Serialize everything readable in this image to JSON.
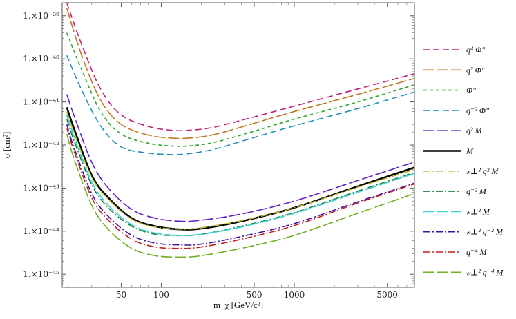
{
  "chart_data": {
    "type": "line",
    "title": "",
    "xlabel": "m_χ [GeV/c²]",
    "ylabel": "σ [cm²]",
    "x_scale": "log",
    "y_scale": "log",
    "xlim": [
      18,
      8000
    ],
    "ylim": [
      5e-46,
      2e-39
    ],
    "x_ticks": [
      {
        "value": 50,
        "label": "50"
      },
      {
        "value": 100,
        "label": "100"
      },
      {
        "value": 500,
        "label": "500"
      },
      {
        "value": 1000,
        "label": "1000"
      },
      {
        "value": 5000,
        "label": "5000"
      }
    ],
    "y_ticks": [
      {
        "value": 1e-39,
        "label": "1.×10⁻³⁹"
      },
      {
        "value": 1e-40,
        "label": "1.×10⁻⁴⁰"
      },
      {
        "value": 1e-41,
        "label": "1.×10⁻⁴¹"
      },
      {
        "value": 1e-42,
        "label": "1.×10⁻⁴²"
      },
      {
        "value": 1e-43,
        "label": "1.×10⁻⁴³"
      },
      {
        "value": 1e-44,
        "label": "1.×10⁻⁴⁴"
      },
      {
        "value": 1e-45,
        "label": "1.×10⁻⁴⁵"
      }
    ],
    "legend_position": "right",
    "series": [
      {
        "name": "q⁴ Φ″",
        "color": "#c0207a",
        "dash": "dashed",
        "width": 1.6,
        "x": [
          19.5,
          25,
          35,
          50,
          80,
          120,
          160,
          250,
          500,
          1000,
          3000,
          8000
        ],
        "y": [
          2e-39,
          2.3e-40,
          2e-41,
          5e-42,
          2.7e-42,
          2.2e-42,
          2.2e-42,
          2.6e-42,
          4.5e-42,
          8e-42,
          2e-41,
          4.5e-41
        ]
      },
      {
        "name": "q² Φ″",
        "color": "#c07820",
        "dash": "longdash",
        "width": 1.6,
        "x": [
          19.5,
          25,
          35,
          50,
          80,
          120,
          160,
          250,
          500,
          1000,
          3000,
          8000
        ],
        "y": [
          1.5e-39,
          1.3e-40,
          1.1e-41,
          3e-42,
          1.7e-42,
          1.45e-42,
          1.45e-42,
          1.75e-42,
          3.2e-42,
          6e-42,
          1.5e-41,
          3.5e-41
        ]
      },
      {
        "name": "Φ″",
        "color": "#28a828",
        "dash": "shortdash",
        "width": 1.6,
        "x": [
          19.5,
          25,
          35,
          50,
          80,
          120,
          160,
          250,
          500,
          1000,
          3000,
          8000
        ],
        "y": [
          4e-40,
          6e-41,
          6e-42,
          1.8e-42,
          1.1e-42,
          9.5e-43,
          9.5e-43,
          1.15e-42,
          2.1e-42,
          4e-42,
          1e-41,
          2.5e-41
        ]
      },
      {
        "name": "q⁻² Φ″",
        "color": "#2090b8",
        "dash": "dashed",
        "width": 1.6,
        "x": [
          19.5,
          25,
          35,
          50,
          80,
          120,
          160,
          250,
          500,
          1000,
          3000,
          8000
        ],
        "y": [
          1.2e-40,
          2e-41,
          2.8e-42,
          9e-43,
          6.5e-43,
          6e-43,
          6.3e-43,
          8e-43,
          1.5e-42,
          2.8e-42,
          7e-42,
          1.7e-41
        ]
      },
      {
        "name": "q² M",
        "color": "#6020c0",
        "dash": "longdash",
        "width": 1.6,
        "x": [
          19.5,
          22,
          30,
          40,
          60,
          90,
          140,
          200,
          400,
          1000,
          3000,
          8000
        ],
        "y": [
          1.5e-41,
          5e-42,
          4e-43,
          1e-43,
          3.2e-44,
          2e-44,
          1.7e-44,
          1.8e-44,
          2.5e-44,
          5e-44,
          1.5e-43,
          4e-43
        ]
      },
      {
        "name": "M",
        "color": "#000000",
        "dash": "solid",
        "width": 2.6,
        "x": [
          19.5,
          22,
          30,
          40,
          60,
          90,
          140,
          200,
          400,
          1000,
          3000,
          8000
        ],
        "y": [
          7.5e-42,
          2.5e-42,
          2e-43,
          6e-44,
          2e-44,
          1.3e-44,
          1.1e-44,
          1.15e-44,
          1.7e-44,
          3.5e-44,
          1.1e-43,
          3e-43
        ]
      },
      {
        "name": "𝓋⊥² q² M",
        "color": "#b8b820",
        "dash": "dashdot",
        "width": 1.6,
        "x": [
          19.5,
          22,
          30,
          40,
          60,
          90,
          140,
          200,
          400,
          1000,
          3000,
          8000
        ],
        "y": [
          6e-42,
          2e-42,
          1.8e-43,
          5.5e-44,
          1.9e-44,
          1.25e-44,
          1.12e-44,
          1.2e-44,
          1.75e-44,
          3.5e-44,
          1.05e-43,
          2.7e-43
        ]
      },
      {
        "name": "q⁻² M",
        "color": "#208040",
        "dash": "dashdot",
        "width": 1.6,
        "x": [
          19.5,
          22,
          30,
          40,
          60,
          90,
          140,
          200,
          400,
          1000,
          3000,
          8000
        ],
        "y": [
          4e-42,
          1.3e-42,
          1.2e-43,
          3.5e-44,
          1.3e-44,
          8.5e-45,
          8e-45,
          8.5e-45,
          1.3e-44,
          2.7e-44,
          8.5e-44,
          2.3e-43
        ]
      },
      {
        "name": "𝓋⊥² M",
        "color": "#40d0d0",
        "dash": "longdash",
        "width": 1.8,
        "x": [
          19.5,
          22,
          30,
          40,
          60,
          90,
          140,
          200,
          400,
          1000,
          3000,
          8000
        ],
        "y": [
          5e-42,
          1.6e-42,
          1.4e-43,
          4e-44,
          1.4e-44,
          9e-45,
          8e-45,
          8.5e-45,
          1.25e-44,
          2.6e-44,
          8e-44,
          2.2e-43
        ]
      },
      {
        "name": "𝓋⊥² q⁻² M",
        "color": "#4010a0",
        "dash": "dashdot",
        "width": 1.6,
        "x": [
          19.5,
          22,
          30,
          40,
          60,
          90,
          140,
          200,
          400,
          1000,
          3000,
          8000
        ],
        "y": [
          3e-42,
          9e-43,
          7.5e-44,
          2.2e-44,
          8e-45,
          5.3e-45,
          4.8e-45,
          5e-45,
          7.5e-45,
          1.5e-44,
          4.8e-44,
          1.3e-43
        ]
      },
      {
        "name": "q⁻⁴ M",
        "color": "#c02020",
        "dash": "dashdot",
        "width": 1.6,
        "x": [
          19.5,
          22,
          30,
          40,
          60,
          90,
          140,
          200,
          400,
          1000,
          3000,
          8000
        ],
        "y": [
          2.5e-42,
          7.5e-43,
          6e-44,
          1.8e-44,
          6.5e-45,
          4.3e-45,
          4e-45,
          4.3e-45,
          6.5e-45,
          1.35e-44,
          4.5e-44,
          1.25e-43
        ]
      },
      {
        "name": "𝓋⊥² q⁻⁴ M",
        "color": "#70b020",
        "dash": "longdash",
        "width": 1.6,
        "x": [
          19.5,
          22,
          30,
          40,
          60,
          90,
          140,
          200,
          400,
          1000,
          3000,
          8000
        ],
        "y": [
          1.8e-42,
          5e-43,
          4e-44,
          1.1e-44,
          4e-45,
          2.7e-45,
          2.5e-45,
          2.7e-45,
          4e-45,
          8e-45,
          2.6e-44,
          7.5e-44
        ]
      }
    ]
  }
}
